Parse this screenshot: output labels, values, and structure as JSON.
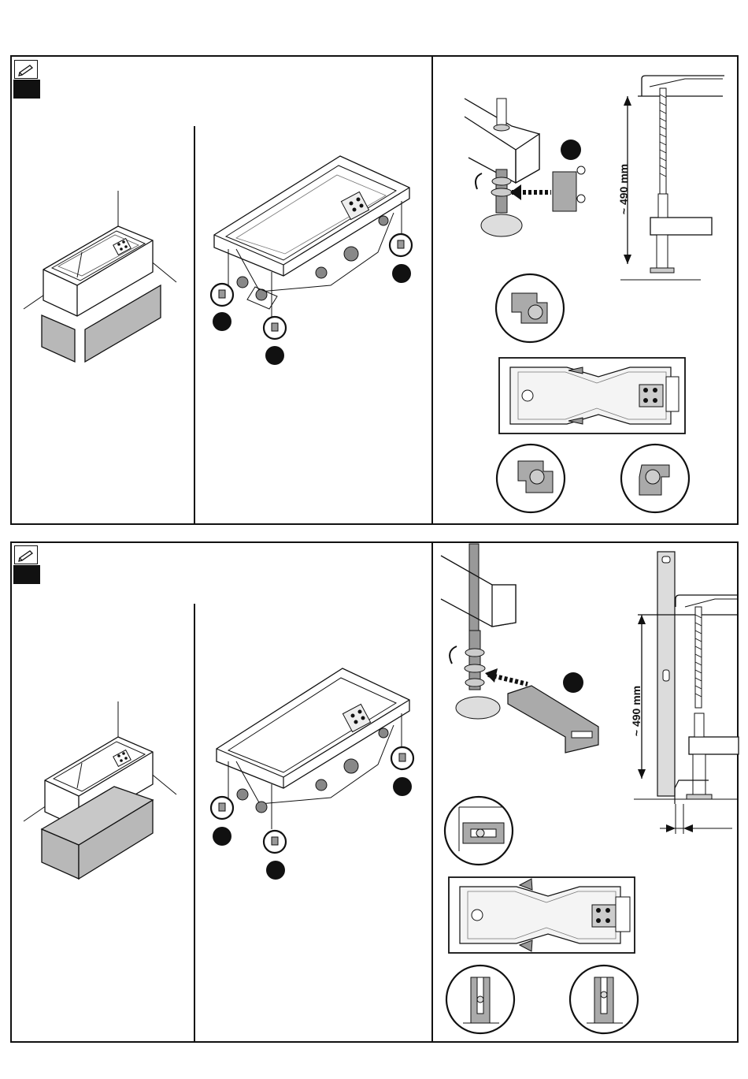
{
  "sections": [
    {
      "id": "top",
      "dimension_label": "~ 490 mm"
    },
    {
      "id": "bottom",
      "dimension_label": "~ 490 mm"
    }
  ],
  "icons": {
    "note": "pencil-note-icon",
    "tab": "black-section-tab"
  },
  "colors": {
    "line": "#111111",
    "panel_fill": "#b8b8b8",
    "light_fill": "#dcdcdc"
  }
}
